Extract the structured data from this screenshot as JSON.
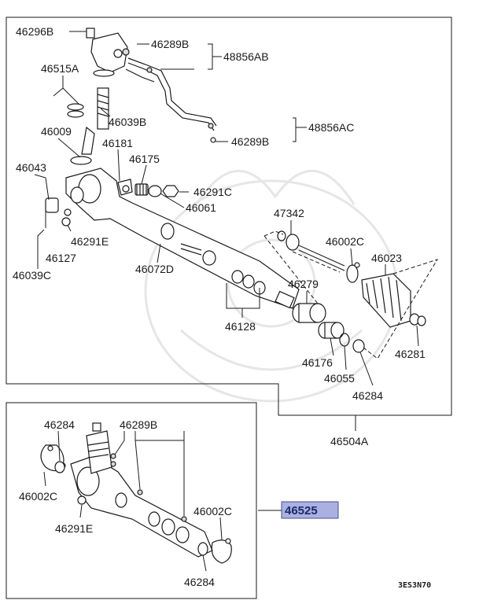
{
  "diagram": {
    "upper_assembly": {
      "assembly_number": "46504A",
      "parts": {
        "p46296B": "46296B",
        "p46289B_top": "46289B",
        "p48856AB": "48856AB",
        "p46515A": "46515A",
        "p46039B": "46039B",
        "p48856AC": "48856AC",
        "p46289B_mid": "46289B",
        "p46009": "46009",
        "p46181": "46181",
        "p46175": "46175",
        "p46043": "46043",
        "p46291C": "46291C",
        "p46061": "46061",
        "p47342": "47342",
        "p46002C_top": "46002C",
        "p46023": "46023",
        "p46291E_top": "46291E",
        "p46127": "46127",
        "p46039C": "46039C",
        "p46072D": "46072D",
        "p46279": "46279",
        "p46128": "46128",
        "p46281": "46281",
        "p46176": "46176",
        "p46055": "46055",
        "p46284_top": "46284"
      }
    },
    "lower_assembly": {
      "assembly_number": "46525",
      "parts": {
        "p46284_a": "46284",
        "p46289B_low": "46289B",
        "p46002C_a": "46002C",
        "p46291E_low": "46291E",
        "p46002C_b": "46002C",
        "p46284_b": "46284"
      }
    },
    "figure_code": "3ES3N70",
    "highlight_color": "#aab0e0"
  }
}
